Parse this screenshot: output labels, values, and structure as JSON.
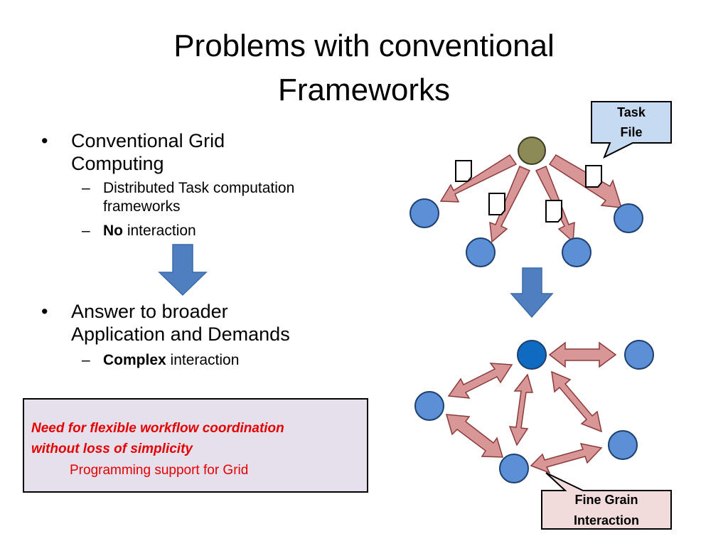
{
  "slide": {
    "title_line1": "Problems with conventional",
    "title_line2": "Frameworks"
  },
  "bullets": [
    {
      "text": "Conventional Grid Computing",
      "line1": "Conventional Grid",
      "line2": "Computing",
      "subs": [
        {
          "line1": "Distributed Task computation",
          "line2": "frameworks"
        },
        {
          "bold": "No",
          "rest": " interaction"
        }
      ]
    },
    {
      "line1": "Answer to broader",
      "line2": "Application and Demands",
      "subs": [
        {
          "bold": "Complex",
          "rest": " interaction"
        }
      ]
    }
  ],
  "callout": {
    "line1": "Need for flexible workflow coordination",
    "line2": "without loss of simplicity",
    "line3": "Programming support for Grid"
  },
  "labels": {
    "task_file_line1": "Task",
    "task_file_line2": "File",
    "fine_grain_line1": "Fine Grain",
    "fine_grain_line2": "Interaction"
  },
  "colors": {
    "node_blue": "#5b8fd6",
    "master_node": "#8c8a57",
    "arrow_fill": "#d99696",
    "arrow_stroke": "#8b3a3a",
    "down_arrow": "#4f7fbf",
    "callout_bg": "#e6e0ec",
    "callout_text": "#e30000",
    "task_label_bg": "#c6daf2",
    "fine_label_bg": "#f2dcdb"
  }
}
